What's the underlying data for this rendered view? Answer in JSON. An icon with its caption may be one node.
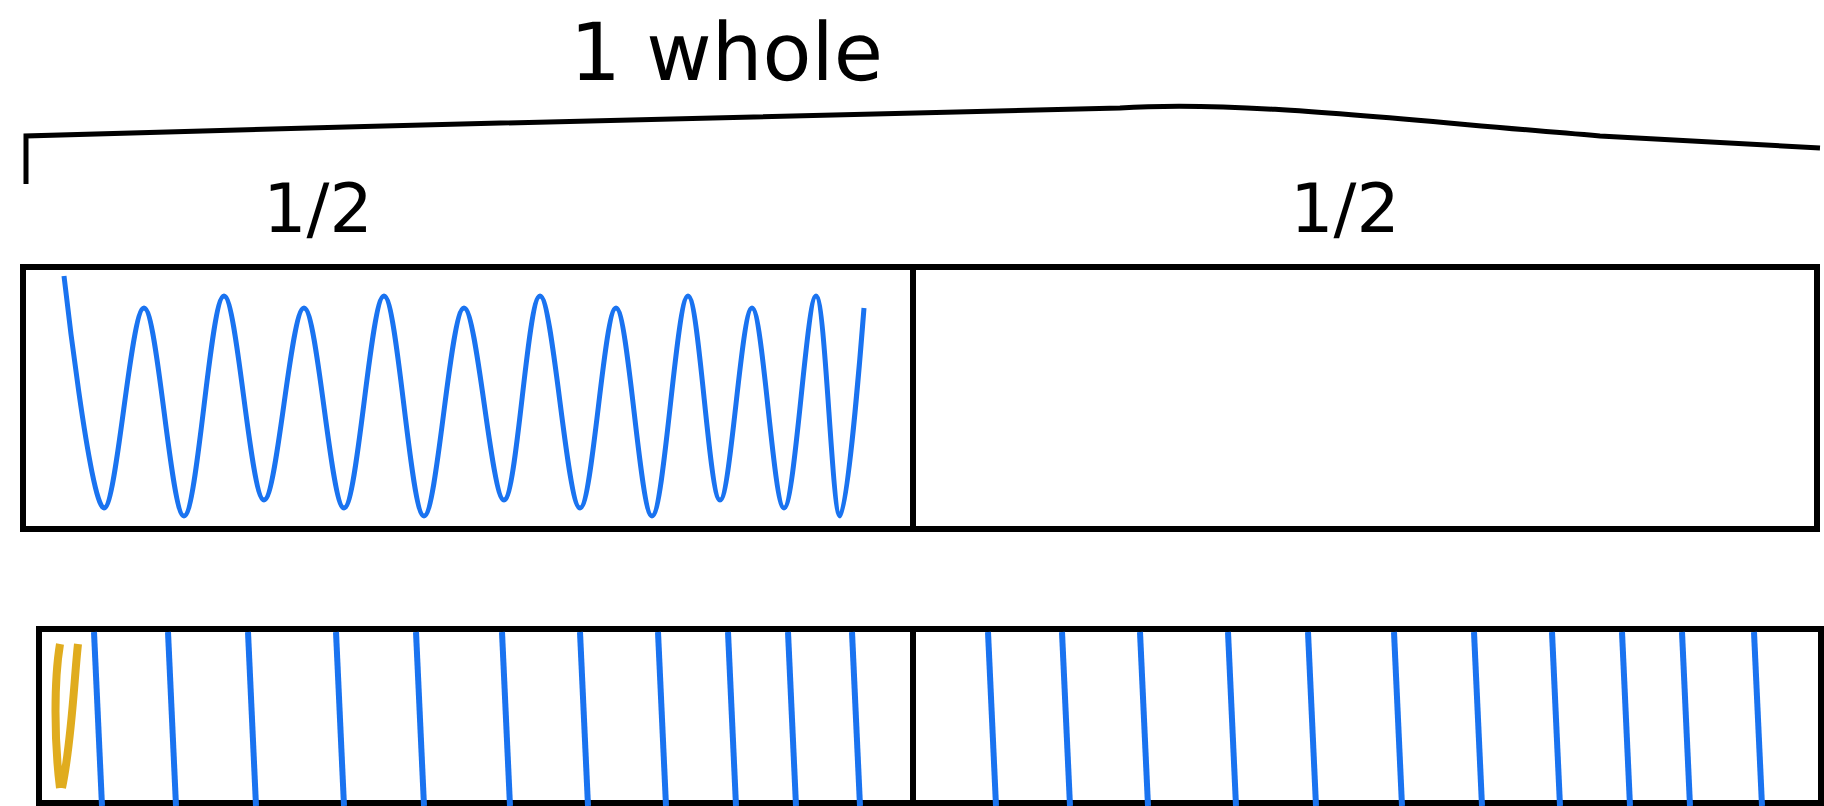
{
  "diagram": {
    "nodes": [
      {
        "text": [
          "1/2"
        ]
      },
      {
        "text": [
          "1/2"
        ]
      },
      {
        "text": [],
        "shape": "box"
      },
      {
        "text": [],
        "shape": "box"
      }
    ],
    "labels": [
      "1 whole"
    ]
  }
}
